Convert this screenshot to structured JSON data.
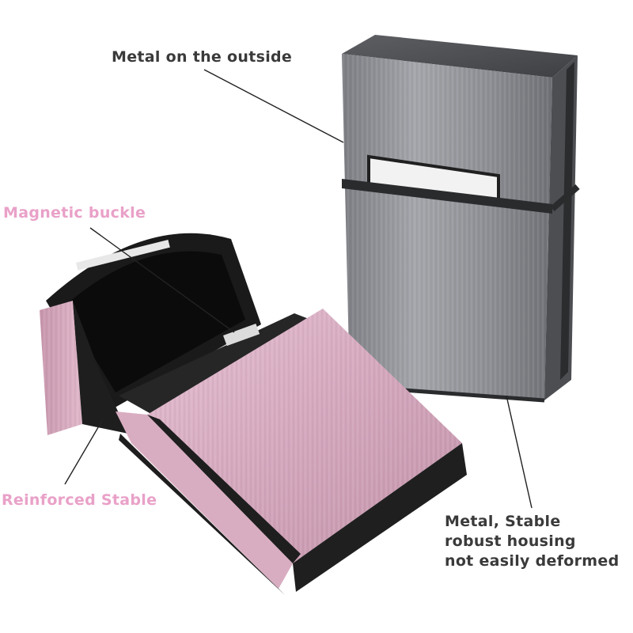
{
  "labels": {
    "outside": "Metal on the outside",
    "magnetic": "Magnetic buckle",
    "reinforced": "Reinforced Stable",
    "housing": [
      "Metal, Stable",
      "robust housing",
      "not easily deformed"
    ]
  },
  "colors": {
    "label_dark": "#3a3a3a",
    "label_pink": "#e9a1c8",
    "case_silver": "#8f9196",
    "case_pink": "#d9afc4",
    "trim_black": "#1e1e1e"
  },
  "objects": {
    "silver_case": "closed silver brushed-aluminum cigarette case",
    "pink_case": "open pink brushed-aluminum cigarette case"
  }
}
